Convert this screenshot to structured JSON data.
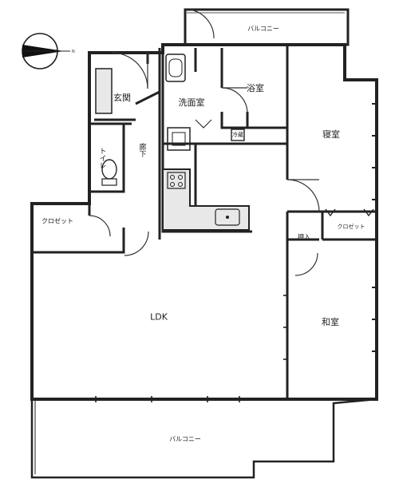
{
  "rooms": {
    "balcony_top": "バルコニー",
    "entrance": "玄関",
    "washroom": "洗面室",
    "bathroom": "浴室",
    "bedroom": "寝室",
    "toilet": "トイレ",
    "hallway": "廊下",
    "closet_left": "クロゼット",
    "closet_right": "クロゼット",
    "oshiire": "押入",
    "ldk": "LDK",
    "washitsu": "和室",
    "balcony_bottom": "バルコニー"
  },
  "fixtures": {
    "fridge_space": "冷蔵"
  }
}
